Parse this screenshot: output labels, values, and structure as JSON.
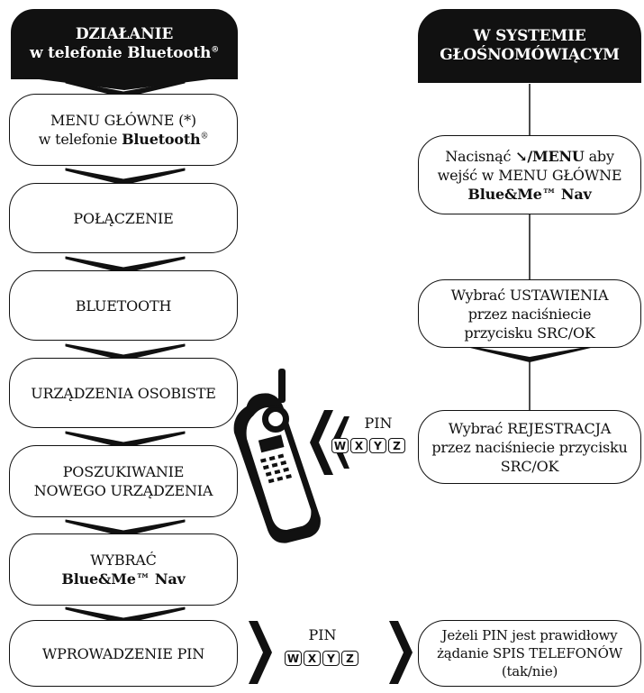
{
  "left_flow": {
    "header_line1": "DZIAŁANIE",
    "header_line2": "w telefonie Bluetooth",
    "header_reg": "®",
    "main_menu_line1": "MENU GŁÓWNE (*)",
    "main_menu_line2_prefix": "w telefonie ",
    "main_menu_line2_bold": "Bluetooth",
    "main_menu_reg": "®",
    "connection": "POŁĄCZENIE",
    "bluetooth": "BLUETOOTH",
    "personal_devices": "URZĄDZENIA OSOBISTE",
    "search_line1": "POSZUKIWANIE",
    "search_line2": "NOWEGO URZĄDZENIA",
    "select_line1": "WYBRAĆ",
    "select_line2": "Blue&Me™ Nav",
    "pin_entry": "WPROWADZENIE PIN"
  },
  "right_flow": {
    "header_line1": "W SYSTEMIE",
    "header_line2": "GŁOŚNOMÓWIĄCYM",
    "press_line1_prefix": "Nacisnąć ",
    "press_line1_bold": "/MENU",
    "press_line1_suffix": " aby",
    "press_line2": "wejść w MENU GŁÓWNE",
    "press_line3": "Blue&Me™ Nav",
    "settings_line1": "Wybrać USTAWIENIA",
    "settings_line2": "przez naciśniecie",
    "settings_line3": "przycisku SRC/OK",
    "register_line1": "Wybrać REJESTRACJA",
    "register_line2": "przez naciśniecie przycisku",
    "register_line3": "SRC/OK"
  },
  "pin_middle": {
    "label": "PIN",
    "keys": [
      "W",
      "X",
      "Y",
      "Z"
    ]
  },
  "pin_bottom": {
    "label": "PIN",
    "keys": [
      "W",
      "X",
      "Y",
      "Z"
    ]
  },
  "result": {
    "line1": "Jeżeli PIN jest prawidłowy",
    "line2": "żądanie SPIS TELEFONÓW",
    "line3": "(tak/nie)"
  },
  "icons": [
    "phone-handset-icon",
    "phone-key-icon",
    "chevron-left-icon",
    "chevron-right-icon",
    "chevron-down-icon"
  ],
  "colors": {
    "ink": "#111111",
    "paper": "#ffffff"
  }
}
